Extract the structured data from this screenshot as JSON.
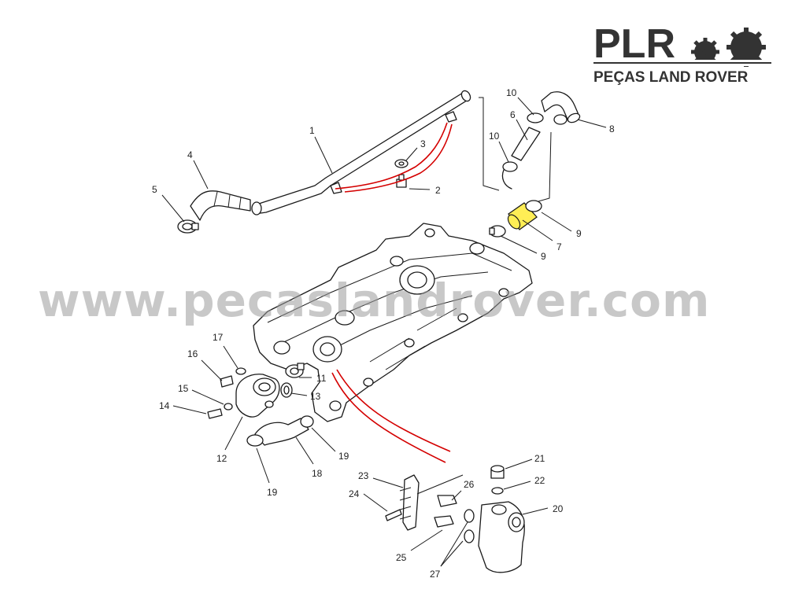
{
  "brand": {
    "name": "PLR",
    "tagline": "PEÇAS LAND ROVER",
    "color": "#333333"
  },
  "watermark": {
    "text": "www.pecaslandrover.com",
    "color": "#9a9a9a"
  },
  "highlight_color": "#ffee55",
  "wire_color": "#d40000",
  "callouts": [
    "1",
    "2",
    "3",
    "4",
    "5",
    "6",
    "7",
    "8",
    "9",
    "9",
    "10",
    "10",
    "11",
    "12",
    "13",
    "14",
    "15",
    "16",
    "17",
    "18",
    "19",
    "19",
    "20",
    "21",
    "22",
    "23",
    "24",
    "25",
    "26",
    "27"
  ]
}
